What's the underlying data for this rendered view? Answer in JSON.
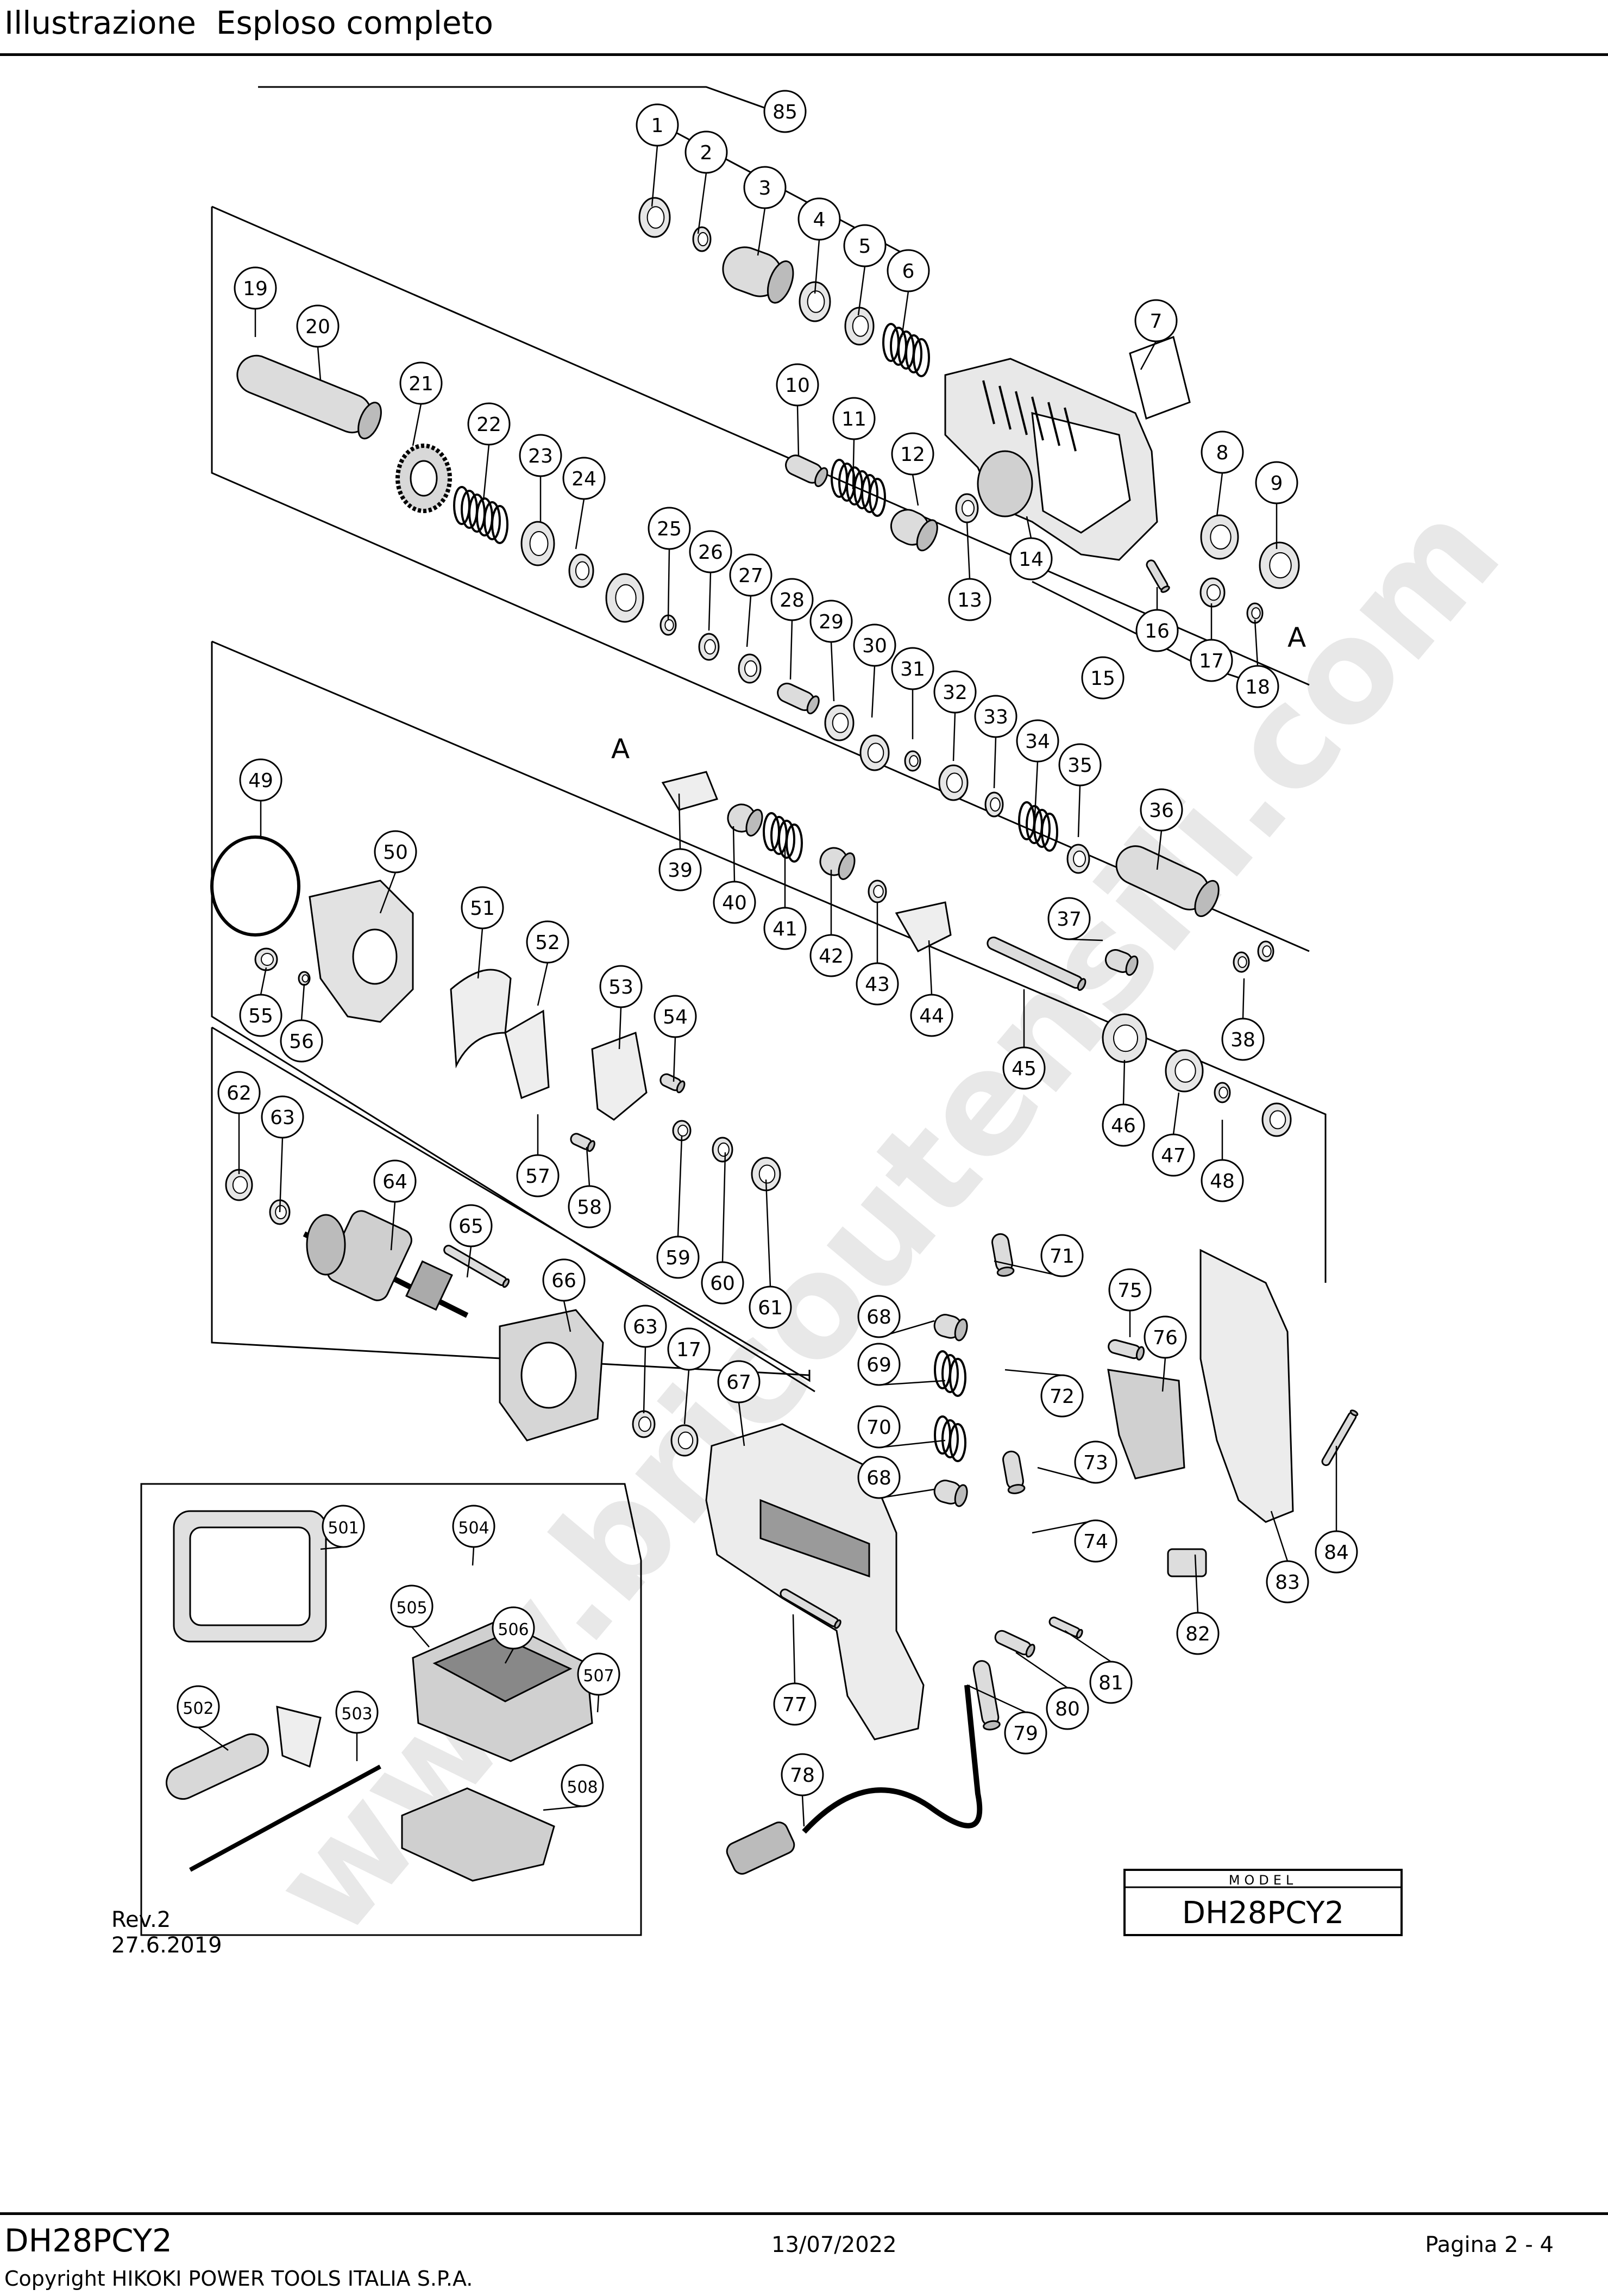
{
  "header": {
    "title": "Illustrazione  Esploso completo"
  },
  "diagram": {
    "part_numbers": [
      "1",
      "2",
      "3",
      "4",
      "5",
      "6",
      "7",
      "8",
      "9",
      "10",
      "11",
      "12",
      "13",
      "14",
      "15",
      "16",
      "17",
      "18",
      "19",
      "20",
      "21",
      "22",
      "23",
      "24",
      "25",
      "26",
      "27",
      "28",
      "29",
      "30",
      "31",
      "32",
      "33",
      "34",
      "35",
      "36",
      "37",
      "38",
      "39",
      "40",
      "41",
      "42",
      "43",
      "44",
      "45",
      "46",
      "47",
      "48",
      "49",
      "50",
      "51",
      "52",
      "53",
      "54",
      "55",
      "56",
      "57",
      "58",
      "59",
      "60",
      "61",
      "62",
      "63",
      "64",
      "65",
      "66",
      "67",
      "68",
      "69",
      "70",
      "71",
      "72",
      "73",
      "74",
      "75",
      "76",
      "77",
      "78",
      "79",
      "80",
      "81",
      "82",
      "83",
      "84",
      "85",
      "501",
      "502",
      "503",
      "504",
      "505",
      "506",
      "507",
      "508"
    ],
    "reference_mark": "A",
    "model_box": {
      "label": "MODEL",
      "value": "DH28PCY2"
    },
    "revision": "Rev.2",
    "revision_date": "27.6.2019",
    "watermark": "www.bricoutensili.com"
  },
  "footer": {
    "model": "DH28PCY2",
    "date": "13/07/2022",
    "page": "Pagina 2 - 4",
    "copyright": "Copyright HIKOKI POWER TOOLS ITALIA S.P.A."
  }
}
